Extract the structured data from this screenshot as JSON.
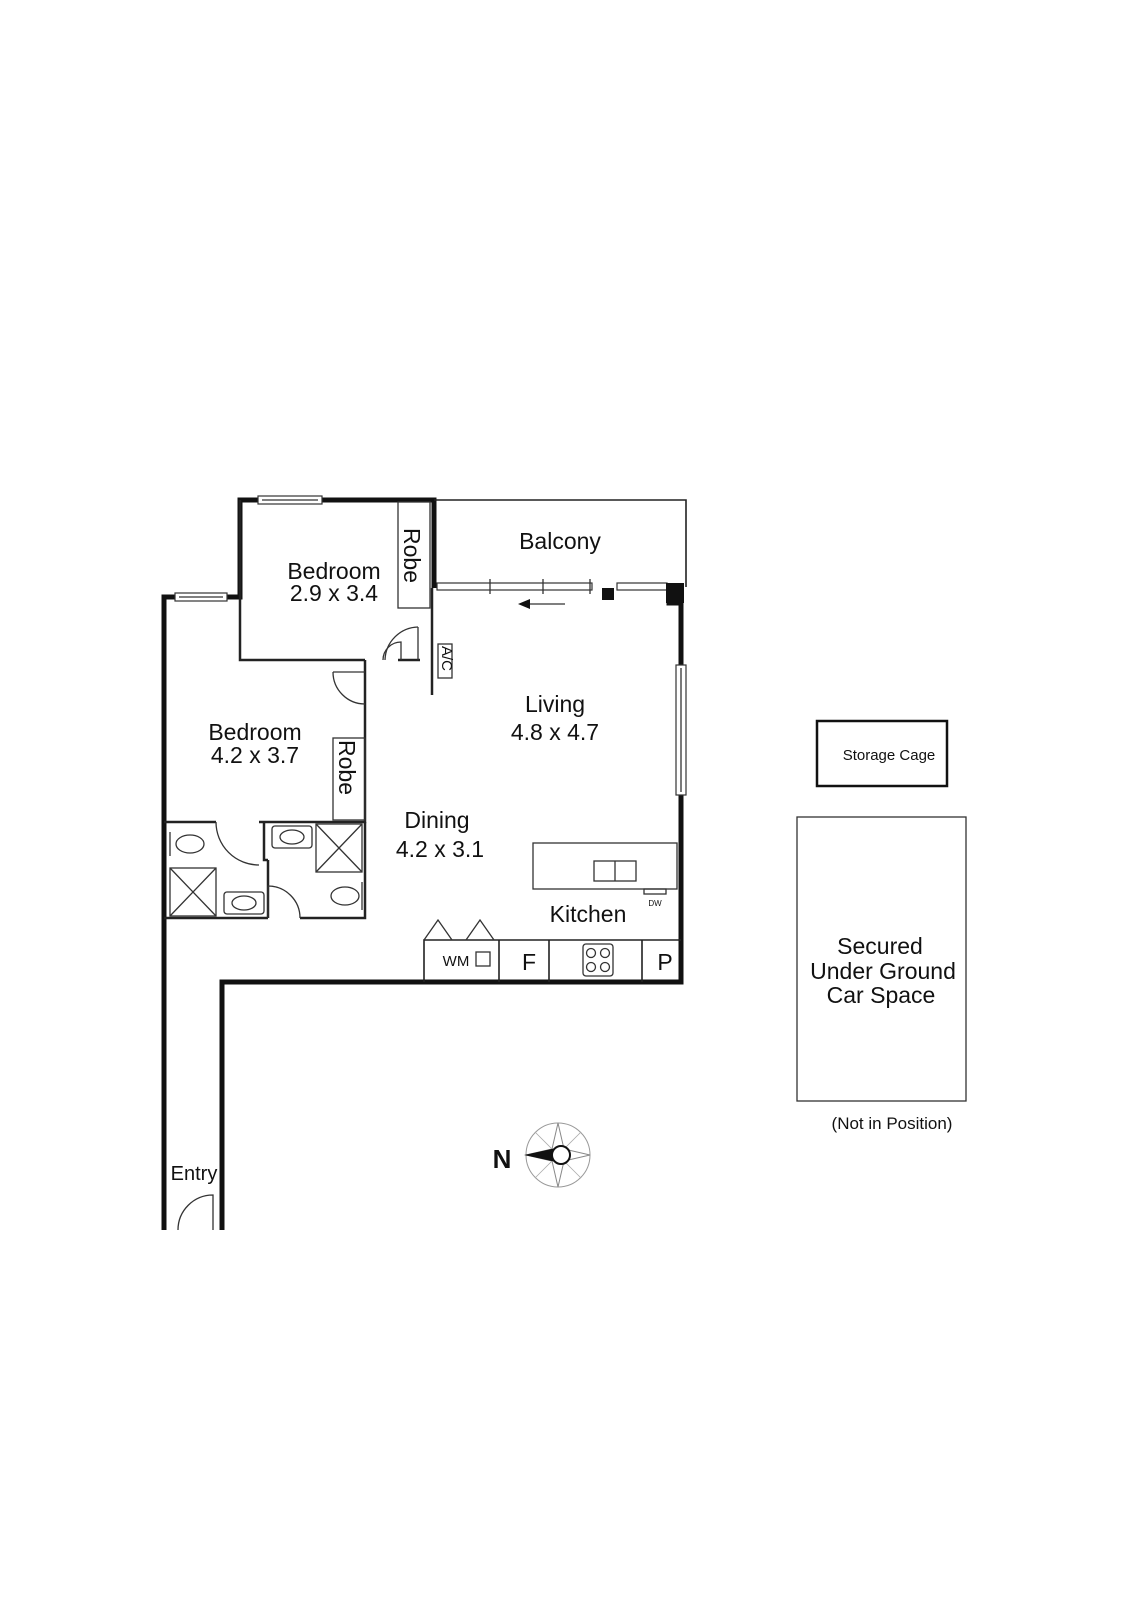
{
  "rooms": {
    "bedroom_top": {
      "name": "Bedroom",
      "size": "2.9 x 3.4"
    },
    "bedroom_left": {
      "name": "Bedroom",
      "size": "4.2 x 3.7"
    },
    "robe_top": {
      "name": "Robe"
    },
    "robe_left": {
      "name": "Robe"
    },
    "balcony": {
      "name": "Balcony"
    },
    "ac": {
      "name": "A/C"
    },
    "living": {
      "name": "Living",
      "size": "4.8 x 4.7"
    },
    "dining": {
      "name": "Dining",
      "size": "4.2 x 3.1"
    },
    "kitchen": {
      "name": "Kitchen"
    },
    "dishwasher": {
      "name": "DW"
    },
    "washing_machine": {
      "name": "WM"
    },
    "fridge": {
      "name": "F"
    },
    "pantry": {
      "name": "P"
    },
    "entry": {
      "name": "Entry"
    }
  },
  "compass": {
    "label": "N"
  },
  "storage": {
    "label": "Storage Cage"
  },
  "car_space": {
    "lines": [
      "Secured",
      "Under Ground",
      "Car Space"
    ],
    "note": "(Not in Position)"
  }
}
